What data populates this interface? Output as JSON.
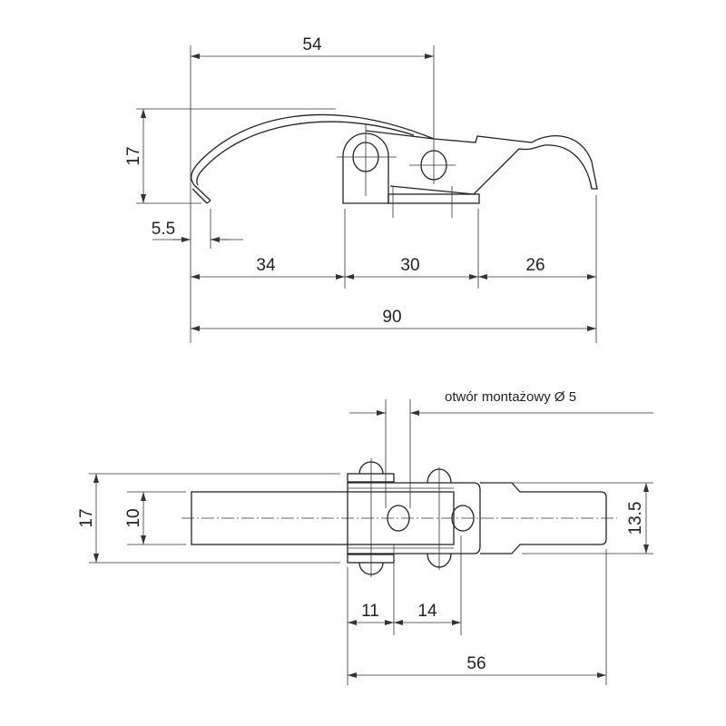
{
  "side_view": {
    "dimensions": {
      "top_span": "54",
      "height": "17",
      "hook_offset": "5.5",
      "segment_left": "34",
      "segment_middle": "30",
      "segment_right": "26",
      "overall_length": "90"
    }
  },
  "top_view": {
    "mounting_hole_note": "otwór montażowy Ø 5",
    "dimensions": {
      "overall_width": "17",
      "bar_width": "10",
      "tongue_width": "13.5",
      "hole_offset_1": "11",
      "hole_offset_2": "14",
      "base_length": "56"
    }
  }
}
